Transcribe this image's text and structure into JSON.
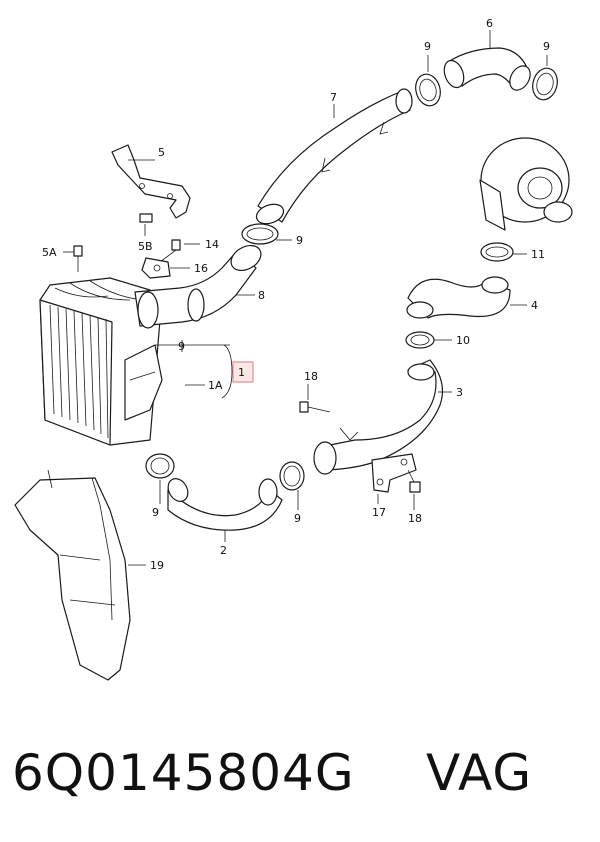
{
  "labels": {
    "p1": "1",
    "p1A": "1A",
    "p2": "2",
    "p3": "3",
    "p4": "4",
    "p5": "5",
    "p5A": "5A",
    "p5B": "5B",
    "p6": "6",
    "p7": "7",
    "p8": "8",
    "p9": "9",
    "p10": "10",
    "p11": "11",
    "p14": "14",
    "p16": "16",
    "p17": "17",
    "p18": "18",
    "p19": "19"
  },
  "footer": {
    "part_number": "6Q0145804G",
    "brand": "VAG"
  },
  "highlight_color": "#e07a7a"
}
